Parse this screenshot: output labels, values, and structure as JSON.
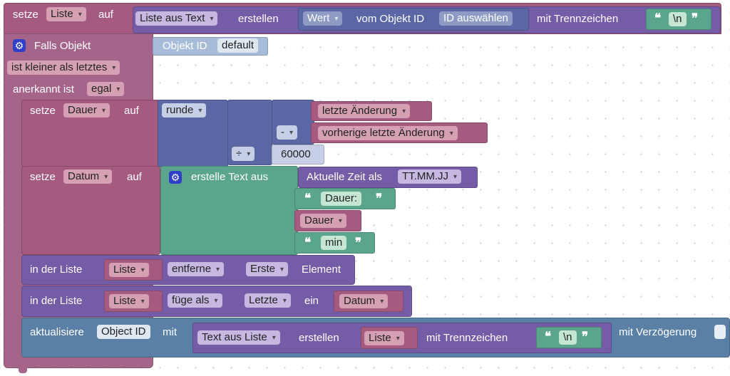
{
  "set_list": {
    "label": "setze",
    "var": "Liste",
    "to": "auf",
    "op": "Liste aus Text",
    "create": "erstellen",
    "value": "Wert",
    "from_obj": "vom Objekt ID",
    "id_select": "ID auswählen",
    "sep_label": "mit Trennzeichen",
    "sep": "\\n"
  },
  "if_obj": {
    "label": "Falls Objekt",
    "obj_label": "Objekt ID",
    "obj_value": "default",
    "cmp": "ist kleiner als letztes",
    "ack_label": "anerkannt ist",
    "ack_value": "egal"
  },
  "set_dauer": {
    "label": "setze",
    "var": "Dauer",
    "to": "auf",
    "round": "runde",
    "last_change": "letzte Änderung",
    "minus": "-",
    "prev_change": "vorherige letzte Änderung",
    "div": "÷",
    "divisor": "60000"
  },
  "set_datum": {
    "label": "setze",
    "var": "Datum",
    "to": "auf",
    "create_text": "erstelle Text aus",
    "now_label": "Aktuelle Zeit als",
    "now_format": "TT.MM.JJ",
    "t1": "Dauer:",
    "v1": "Dauer",
    "t2": "min"
  },
  "list_remove": {
    "label": "in der Liste",
    "list": "Liste",
    "action": "entferne",
    "which": "Erste",
    "tail": "Element"
  },
  "list_add": {
    "label": "in der Liste",
    "list": "Liste",
    "action": "füge als",
    "which": "Letzte",
    "tail": "ein",
    "item": "Datum"
  },
  "update": {
    "label": "aktualisiere",
    "obj": "Object ID",
    "with": "mit",
    "op": "Text aus Liste",
    "create": "erstellen",
    "list": "Liste",
    "sep_label": "mit Trennzeichen",
    "sep": "\\n",
    "delay": "mit Verzögerung"
  },
  "colors": {
    "variable": "#a55b80",
    "list": "#745ca6",
    "logic": "#5b67a5",
    "text": "#5ba58c",
    "procedure": "#a5658a",
    "io": "#5b80a5"
  }
}
